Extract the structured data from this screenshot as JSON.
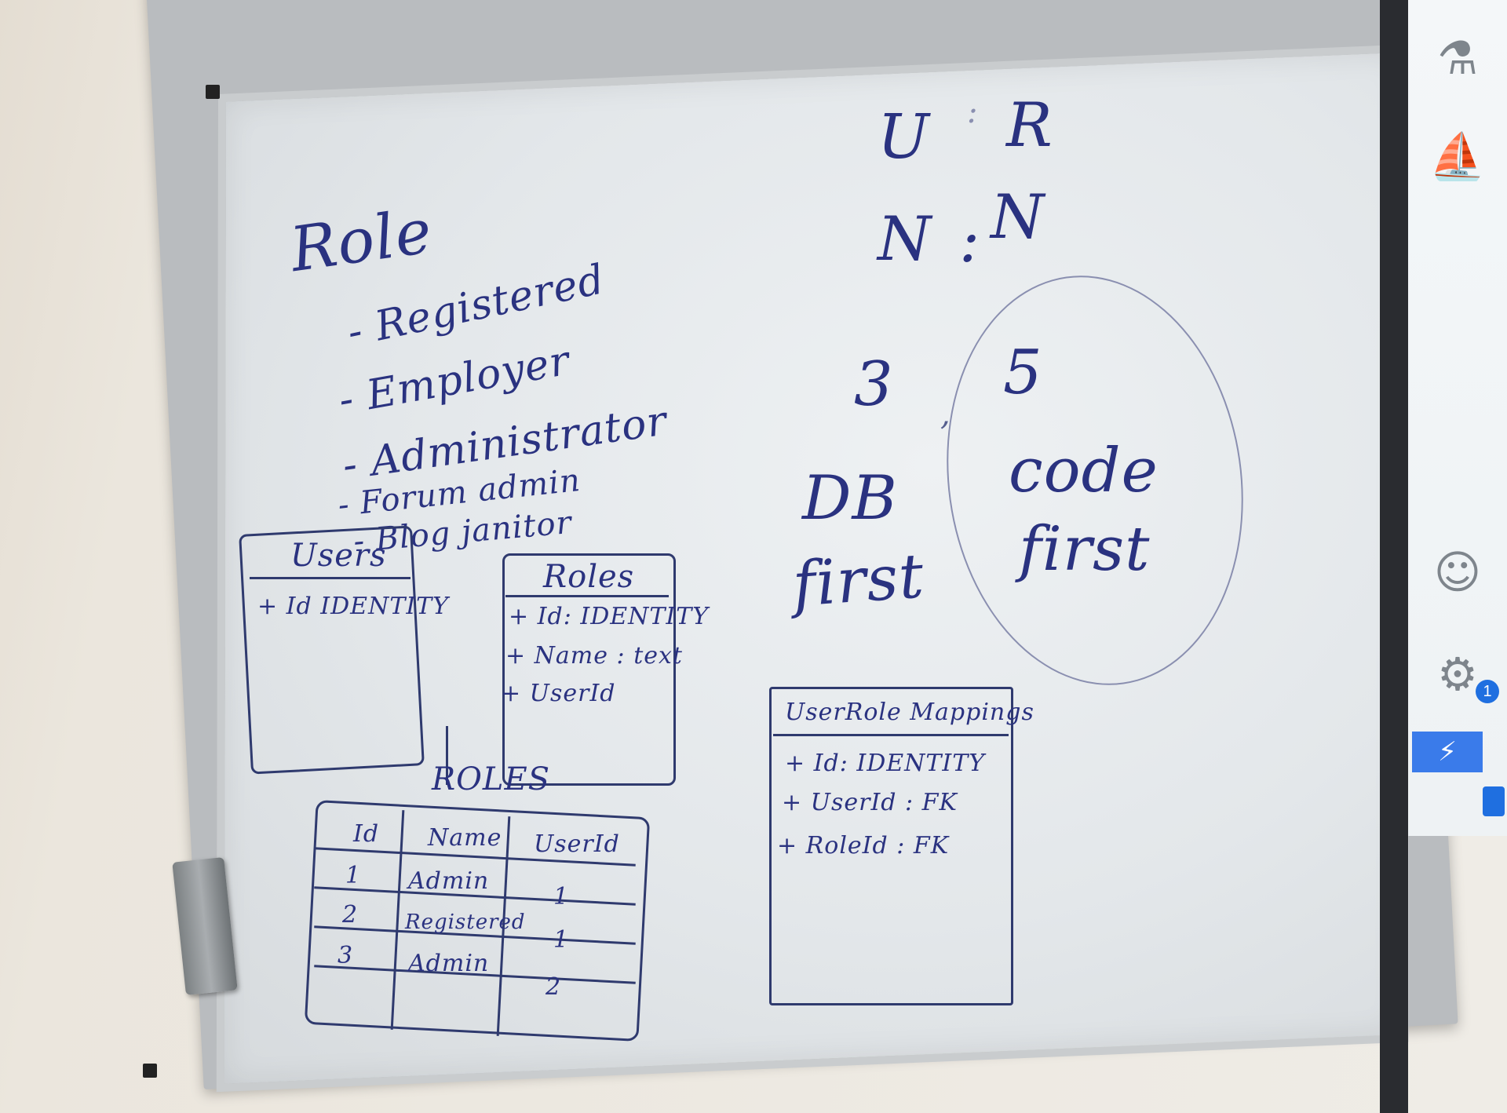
{
  "whiteboard": {
    "role_title": "Role",
    "role_items": [
      "- Registered",
      "- Employer",
      "- Administrator",
      "- Forum admin",
      "- Blog janitor"
    ],
    "relation": {
      "left_top": "U",
      "sep_top": ":",
      "right_top": "R",
      "left_bottom": "N",
      "sep_bottom": ":",
      "right_bottom": "N"
    },
    "options": {
      "left_num": "3",
      "comma": ",",
      "right_num": "5",
      "left_label": "DB",
      "left_label2": "first",
      "right_label": "code",
      "right_label2": "first"
    },
    "users_table": {
      "title": "Users",
      "fields": [
        "+ Id  IDENTITY"
      ]
    },
    "roles_table": {
      "title": "Roles",
      "fields": [
        "+ Id:  IDENTITY",
        "+ Name : text",
        "+ UserId"
      ]
    },
    "mapping_table": {
      "title": "UserRole Mappings",
      "fields": [
        "+ Id:  IDENTITY",
        "+ UserId :  FK",
        "+ RoleId :  FK"
      ]
    },
    "roles_arrow_label": "ROLES",
    "data_table": {
      "headers": [
        "Id",
        "Name",
        "UserId"
      ],
      "rows": [
        [
          "1",
          "Admin",
          "1"
        ],
        [
          "2",
          "Registered",
          "1"
        ],
        [
          "3",
          "Admin",
          "2"
        ]
      ]
    }
  },
  "projection": {
    "icons": [
      "flask-icon",
      "docker-icon",
      "account-icon",
      "gear-icon"
    ],
    "notification_count": "1",
    "button_glyph": "⚡"
  }
}
